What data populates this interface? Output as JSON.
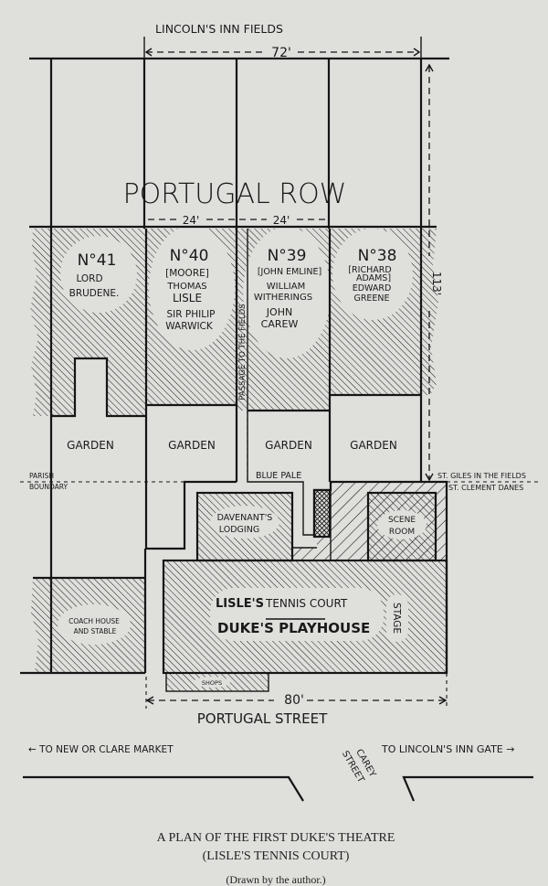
{
  "title_top": "LINCOLN'S INN FIELDS",
  "dimensions": {
    "width_top": "72'",
    "lot_width_1": "24'",
    "lot_width_2": "24'",
    "depth": "113'",
    "width_bottom": "80'"
  },
  "row_name": "PORTUGAL ROW",
  "houses": [
    {
      "number": "N°41",
      "lines": [
        "LORD",
        "BRUDENE."
      ]
    },
    {
      "number": "N°40",
      "lines": [
        "[MOORE]",
        "THOMAS",
        "LISLE",
        "SIR PHILIP",
        "WARWICK"
      ]
    },
    {
      "number": "N°39",
      "lines": [
        "[JOHN EMLINE]",
        "WILLIAM",
        "WITHERINGS",
        "JOHN",
        "CAREW"
      ]
    },
    {
      "number": "N°38",
      "lines": [
        "[RICHARD",
        "ADAMS]",
        "EDWARD",
        "GREENE"
      ]
    }
  ],
  "passage": "PASSAGE TO THE FIELDS",
  "gardens": [
    "GARDEN",
    "GARDEN",
    "GARDEN",
    "GARDEN"
  ],
  "blue_pale": "BLUE PALE",
  "parish_boundary": [
    "PARISH",
    "BOUNDARY"
  ],
  "parishes": [
    "ST. GILES IN THE FIELDS",
    "ST. CLEMENT DANES"
  ],
  "davenant": [
    "DAVENANT'S",
    "LODGING"
  ],
  "scene_room": [
    "SCENE",
    "ROOM"
  ],
  "coach_house": [
    "COACH HOUSE",
    "AND STABLE"
  ],
  "playhouse": {
    "line1_a": "LISLE'S",
    "line1_b": "TENNIS COURT",
    "line2": "DUKE'S PLAYHOUSE",
    "stage": "STAGE"
  },
  "shops": "SHOPS",
  "street": "PORTUGAL STREET",
  "directions": {
    "left": "← TO NEW OR CLARE MARKET",
    "right": "TO LINCOLN'S INN GATE →"
  },
  "carey": [
    "CAREY",
    "STREET"
  ],
  "caption": {
    "line1": "A PLAN OF THE FIRST DUKE'S THEATRE",
    "line2": "(LISLE'S TENNIS COURT)",
    "line3": "(Drawn by the author.)"
  },
  "colors": {
    "paper": "#dfdfdc",
    "ink": "#151515"
  }
}
